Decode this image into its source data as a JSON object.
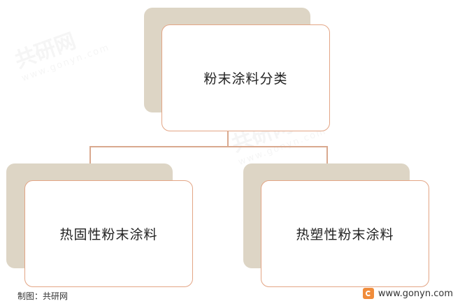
{
  "root": {
    "label": "粉末涂料分类"
  },
  "children": [
    {
      "label": "热固性粉末涂料"
    },
    {
      "label": "热塑性粉末涂料"
    }
  ],
  "footer": {
    "source": "制图：共研网",
    "website": "www.gonyn.com"
  },
  "watermark": {
    "text": "共研网",
    "sub": "www.gonyn.com"
  },
  "colors": {
    "node_border": "#e3a585",
    "shadow": "#ddd5c5",
    "connector": "#d9a98f",
    "logo": "#f08c3a"
  }
}
